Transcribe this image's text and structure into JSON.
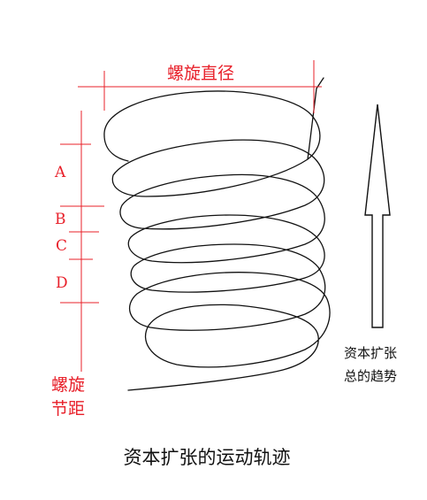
{
  "labels": {
    "diameter": "螺旋直径",
    "pitch_line1": "螺旋",
    "pitch_line2": "节距",
    "segment_a": "A",
    "segment_b": "B",
    "segment_c": "C",
    "segment_d": "D",
    "trend_line1": "资本扩张",
    "trend_line2": "总的趋势",
    "caption": "资本扩张的运动轨迹"
  },
  "colors": {
    "annotation": "#e8202a",
    "spiral": "#111111",
    "arrow": "#111111"
  },
  "icons": {
    "trend_arrow": "up-arrow-icon"
  }
}
